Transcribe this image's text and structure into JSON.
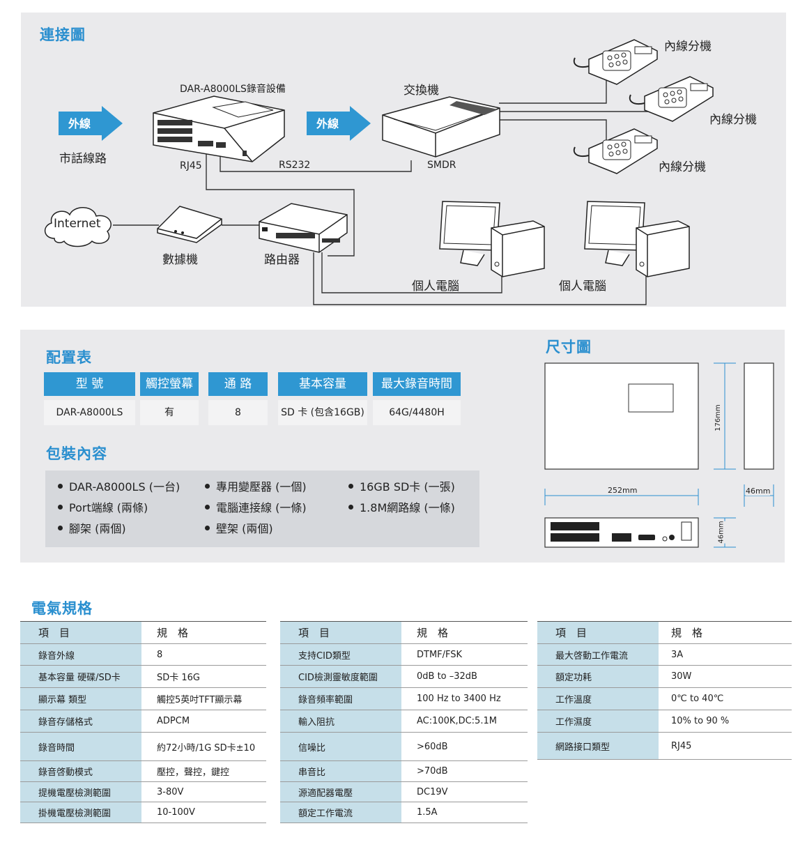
{
  "diagram": {
    "title": "連接圖",
    "device_label": "DAR-A8000LS錄音設備",
    "switch_label": "交換機",
    "outer_line_1": "外線",
    "outer_line_2": "外線",
    "city_line": "市話線路",
    "rj45": "RJ45",
    "rs232": "RS232",
    "smdr": "SMDR",
    "internet": "Internet",
    "modem": "數據機",
    "router": "路由器",
    "pc_1": "個人電腦",
    "pc_2": "個人電腦",
    "ext_1": "內線分機",
    "ext_2": "內線分機",
    "ext_3": "內線分機"
  },
  "config": {
    "title": "配置表",
    "headers": [
      "型 號",
      "觸控螢幕",
      "通 路",
      "基本容量",
      "最大錄音時間"
    ],
    "values": [
      "DAR-A8000LS",
      "有",
      "8",
      "SD 卡 (包含16GB)",
      "64G/4480H"
    ]
  },
  "package": {
    "title": "包裝內容",
    "items": [
      "DAR-A8000LS (一台)",
      "Port端線 (兩條)",
      "腳架 (兩個)",
      "專用變壓器 (一個)",
      "電腦連接線 (一條)",
      "壁架 (兩個)",
      "16GB SD卡 (一張)",
      "1.8M網路線 (一條)"
    ]
  },
  "dimensions": {
    "title": "尺寸圖",
    "height": "176mm",
    "width": "252mm",
    "depth": "46mm",
    "depth_front": "46mm"
  },
  "electrical": {
    "title": "電氣規格",
    "table1": {
      "headers": [
        "項　目",
        "規　格"
      ],
      "rows": [
        [
          "錄音外線",
          "8"
        ],
        [
          "基本容量 硬碟/SD卡",
          "SD卡 16G"
        ],
        [
          "顯示幕 類型",
          "觸控5英吋TFT顯示幕"
        ],
        [
          "錄音存儲格式",
          "ADPCM"
        ],
        [
          "錄音時間",
          "約72小時/1G SD卡±10"
        ],
        [
          "錄音啓動模式",
          "壓控，聲控，鍵控"
        ],
        [
          "提機電壓檢測範圍",
          "3-80V"
        ],
        [
          "掛機電壓檢測範圍",
          "10-100V"
        ]
      ]
    },
    "table2": {
      "headers": [
        "項　目",
        "規　格"
      ],
      "rows": [
        [
          "支持CID類型",
          "DTMF/FSK"
        ],
        [
          "CID檢測靈敏度範圍",
          "0dB to –32dB"
        ],
        [
          "錄音頻率範圍",
          "100 Hz to 3400 Hz"
        ],
        [
          "輸入阻抗",
          "AC:100K,DC:5.1M"
        ],
        [
          "信噪比",
          ">60dB"
        ],
        [
          "串音比",
          ">70dB"
        ],
        [
          "源適配器電壓",
          "DC19V"
        ],
        [
          "額定工作電流",
          "1.5A"
        ]
      ]
    },
    "table3": {
      "headers": [
        "項　目",
        "規　格"
      ],
      "rows": [
        [
          "最大啓動工作電流",
          "3A"
        ],
        [
          "額定功耗",
          "30W"
        ],
        [
          "工作溫度",
          "0℃ to 40℃"
        ],
        [
          "工作濕度",
          "10% to 90 %"
        ],
        [
          "網路接口類型",
          "RJ45"
        ]
      ]
    }
  }
}
